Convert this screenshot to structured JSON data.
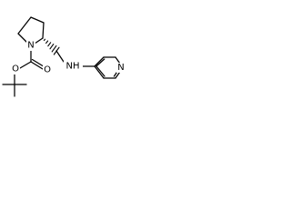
{
  "structure": {
    "atoms": {
      "ring_nitrogen": "N",
      "carbonyl_oxygen": "O",
      "ester_oxygen": "O",
      "amine": "NH",
      "pyridine_nitrogen": "N"
    }
  }
}
